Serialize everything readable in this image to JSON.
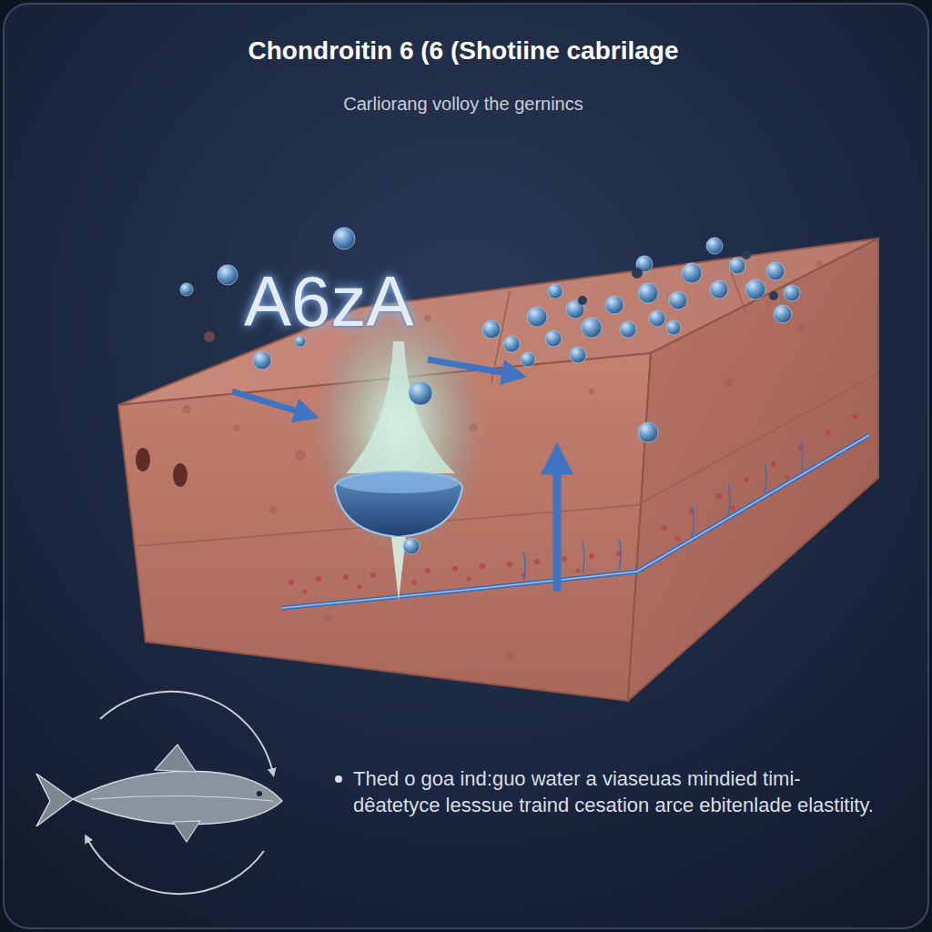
{
  "diagram": {
    "title": "Chondroitin 6 (6 (Shotiine cabrilage",
    "labels": [
      "Carliorang volloy the gernincs",
      "A6zA",
      "Thed o goa ind:guo water a viaseuas mindied timi- dêatetyce lesssue traind cesation arce ebitenlade elastitity."
    ]
  }
}
